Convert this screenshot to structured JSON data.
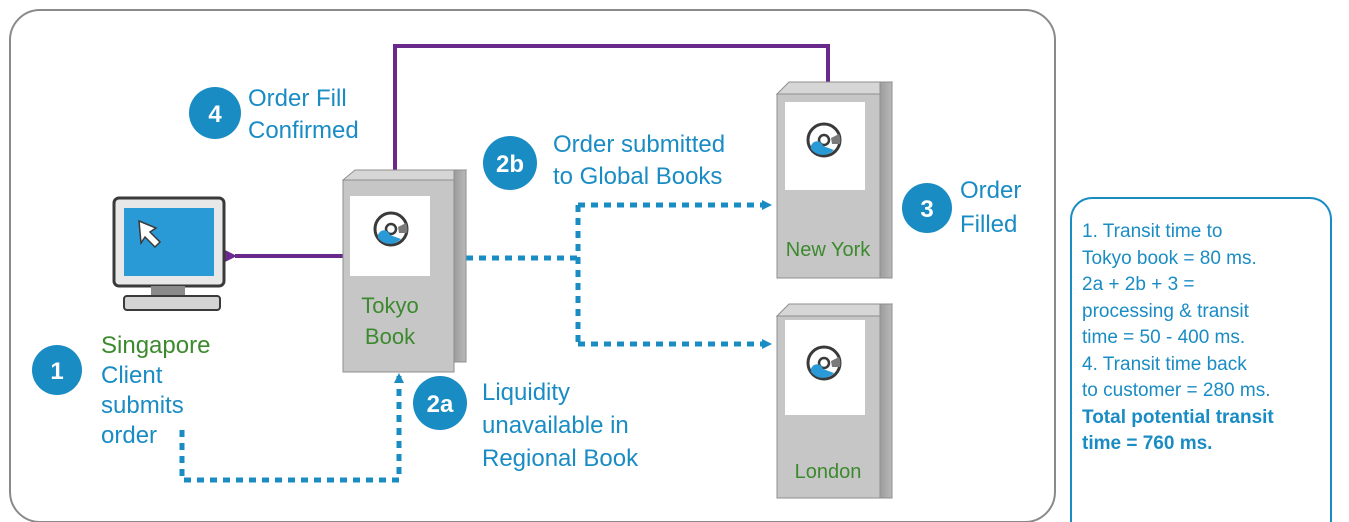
{
  "colors": {
    "frame": "#8a8a8a",
    "accent_blue": "#1a8cc4",
    "purple": "#6a2a8c",
    "green_label": "#3c8a2e",
    "server_gray": "#c6c6c6"
  },
  "steps": {
    "step1": {
      "badge": "1",
      "lines": [
        "Singapore",
        "Client",
        "submits",
        "order"
      ]
    },
    "step2a": {
      "badge": "2a",
      "lines": [
        "Liquidity",
        "unavailable in",
        "Regional Book"
      ]
    },
    "step2b": {
      "badge": "2b",
      "lines": [
        "Order submitted",
        "to Global Books"
      ]
    },
    "step3": {
      "badge": "3",
      "lines": [
        "Order",
        "Filled"
      ]
    },
    "step4": {
      "badge": "4",
      "lines": [
        "Order Fill",
        "Confirmed"
      ]
    }
  },
  "servers": {
    "tokyo": {
      "label_lines": [
        "Tokyo",
        "Book"
      ],
      "icon": "disc-user-icon"
    },
    "new_york": {
      "label": "New York",
      "icon": "disc-user-icon"
    },
    "london": {
      "label": "London",
      "icon": "disc-user-icon"
    }
  },
  "client_icon": "computer-monitor-icon",
  "notes": {
    "lines": [
      "1. Transit time to",
      "Tokyo book = 80 ms.",
      "2a + 2b + 3 =",
      "processing & transit",
      "time = 50 - 400 ms.",
      "4. Transit time back",
      "to customer = 280 ms."
    ],
    "bold_lines": [
      "Total potential transit",
      "time = 760 ms."
    ]
  }
}
